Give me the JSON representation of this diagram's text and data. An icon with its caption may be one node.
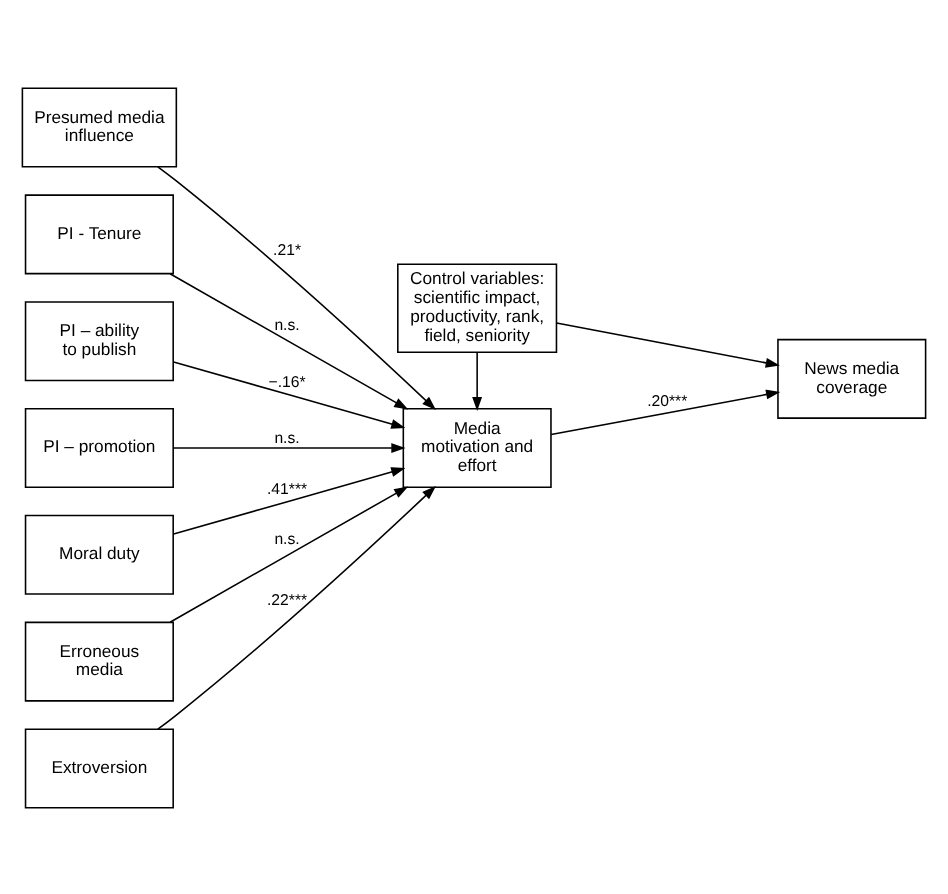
{
  "diagram": {
    "nodes": [
      {
        "text": [
          "Presumed media influence"
        ]
      },
      {
        "text": [
          "PI - Tenure"
        ]
      },
      {
        "text": [
          "PI – ability to publish"
        ]
      },
      {
        "text": [
          "PI – promotion"
        ]
      },
      {
        "text": [
          "Moral duty"
        ]
      },
      {
        "text": [
          "Erroneous media"
        ]
      },
      {
        "text": [
          "Extroversion"
        ]
      },
      {
        "text": [
          "Media motivation and effort"
        ]
      },
      {
        "text": [
          "News media coverage"
        ]
      },
      {
        "text": [
          "Control variables: scientific impact, productivity, rank, field, seniority"
        ]
      }
    ],
    "edges": [
      {
        "from": 0,
        "to": 7,
        "arrow": "to",
        "label": ".21*"
      },
      {
        "from": 1,
        "to": 7,
        "arrow": "to",
        "label": "n.s."
      },
      {
        "from": 2,
        "to": 7,
        "arrow": "to",
        "label": "−.16*"
      },
      {
        "from": 3,
        "to": 7,
        "arrow": "to",
        "label": "n.s."
      },
      {
        "from": 4,
        "to": 7,
        "arrow": "to",
        "label": ".41***"
      },
      {
        "from": 5,
        "to": 7,
        "arrow": "to",
        "label": "n.s."
      },
      {
        "from": 6,
        "to": 7,
        "arrow": "to",
        "label": ".22***"
      },
      {
        "from": 7,
        "to": 8,
        "arrow": "to",
        "label": ".20***"
      },
      {
        "from": 9,
        "to": 7,
        "arrow": "to"
      },
      {
        "from": 9,
        "to": 8,
        "arrow": "to"
      }
    ]
  }
}
